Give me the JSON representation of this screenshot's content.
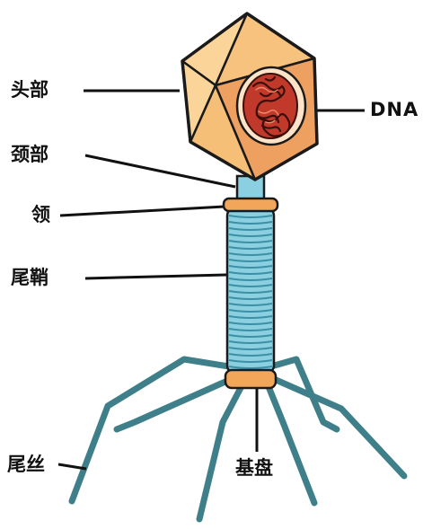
{
  "labels": {
    "head": "头部",
    "neck": "颈部",
    "collar": "领",
    "sheath": "尾鞘",
    "tail_fibers": "尾丝",
    "base_plate": "基盘",
    "dna": "DNA"
  },
  "colors": {
    "capsid_fill": "#f4b46a",
    "capsid_light": "#fbd49a",
    "capsid_dark": "#e88a3c",
    "capsid_stroke": "#1a1a1a",
    "dna_red": "#c0392b",
    "dna_dark": "#3a0f0a",
    "dna_halo": "#fde4c8",
    "tail_blue": "#8ad0e0",
    "tail_blue_dark": "#3d8fa6",
    "collar_orange": "#f2a65a",
    "fiber_teal": "#3e7f8a",
    "pointer_line": "#111111"
  }
}
